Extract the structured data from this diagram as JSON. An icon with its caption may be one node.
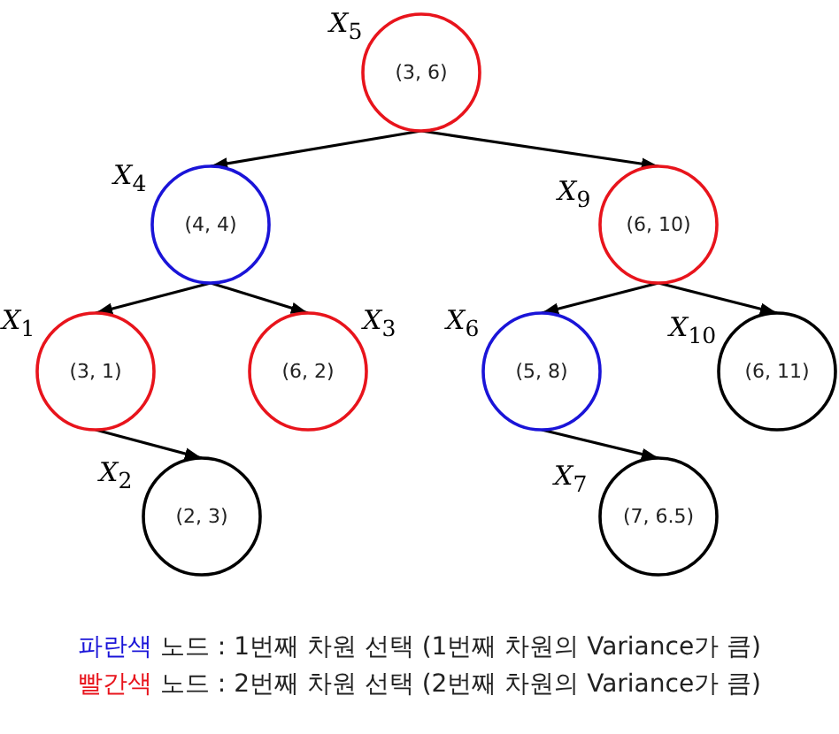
{
  "diagram": {
    "nodes": [
      {
        "text": [
          "(3, 6)"
        ],
        "beside": [
          "*X*$_{5}$"
        ]
      },
      {
        "text": [
          "(4, 4)"
        ],
        "beside": [
          "*X*$_{4}$"
        ]
      },
      {
        "text": [
          "(6, 10)"
        ],
        "beside": [
          "*X*$_{9}$"
        ]
      },
      {
        "text": [
          "(3, 1)"
        ],
        "beside": [
          "*X*$_{1}$"
        ]
      },
      {
        "text": [
          "(6, 2)"
        ],
        "beside": [
          "*X*$_{3}$"
        ]
      },
      {
        "text": [
          "(5, 8)"
        ],
        "beside": [
          "*X*$_{6}$"
        ]
      },
      {
        "text": [
          "(6, 11)"
        ],
        "beside": [
          "*X*$_{10}$"
        ]
      },
      {
        "text": [
          "(2, 3)"
        ],
        "beside": [
          "*X*$_{2}$"
        ]
      },
      {
        "text": [
          "(7, 6.5)"
        ],
        "beside": [
          "*X*$_{7}$"
        ]
      }
    ],
    "edges": [
      {
        "from": 0,
        "to": 1,
        "arrow": "to"
      },
      {
        "from": 0,
        "to": 2,
        "arrow": "to"
      },
      {
        "from": 1,
        "to": 3,
        "arrow": "to"
      },
      {
        "from": 1,
        "to": 4,
        "arrow": "to"
      },
      {
        "from": 3,
        "to": 7,
        "arrow": "to"
      },
      {
        "from": 2,
        "to": 5,
        "arrow": "to"
      },
      {
        "from": 2,
        "to": 6,
        "arrow": "to"
      },
      {
        "from": 5,
        "to": 8,
        "arrow": "to"
      }
    ],
    "legend": [
      {
        "text": "파란색 노드 : 1번째 차원 선택 (1번째 차원의 Variance가 큼)",
        "color": "#1a14d8"
      },
      {
        "text": "빨간색 노드 : 2번째 차원 선택 (2번째 차원의 Variance가 큼)",
        "color": "#e8141c"
      }
    ]
  }
}
